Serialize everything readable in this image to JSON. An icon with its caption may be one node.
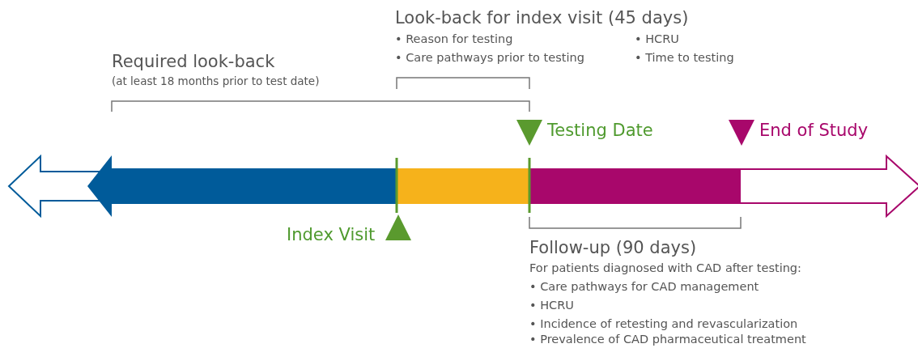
{
  "diagram": {
    "labels": [
      "Look-back for index visit (45 days)",
      "• Reason for testing",
      "• HCRU",
      "• Care pathways prior to testing",
      "• Time to testing",
      "Required look-back",
      "(at least 18 months prior to test date)",
      "Testing Date",
      "End of Study",
      "Index Visit",
      "Follow-up (90 days)",
      "For patients diagnosed with CAD after testing:",
      "• Care pathways for CAD management",
      "• HCRU",
      "• Incidence of retesting and revascularization",
      "• Prevalence of CAD pharmaceutical treatment"
    ]
  }
}
